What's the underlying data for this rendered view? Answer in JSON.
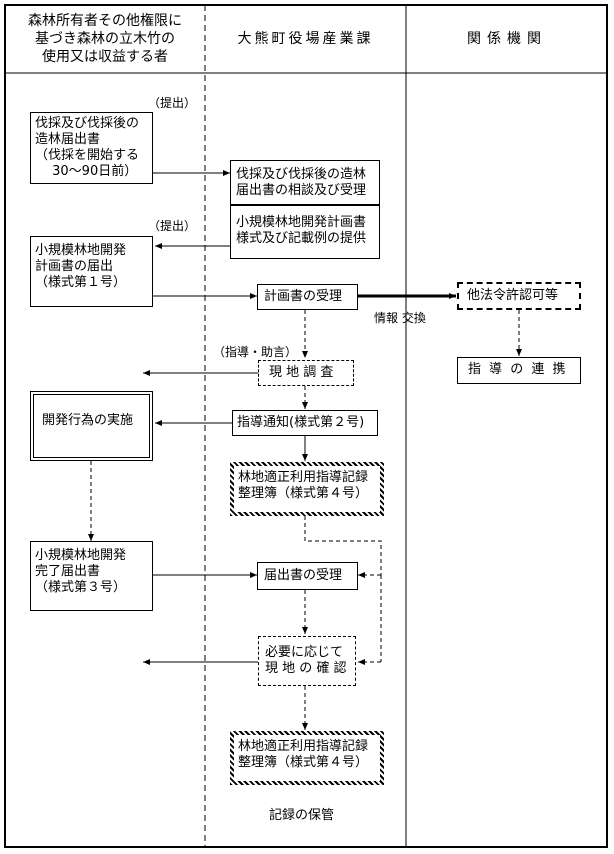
{
  "headers": {
    "col1": "森林所有者その他権限に\n基づき森林の立木竹の\n使用又は収益する者",
    "col2": "大熊町役場産業課",
    "col3": "関係機関"
  },
  "labels": {
    "teishutsu_1": "（提出）",
    "teishutsu_2": "（提出）",
    "johokokan": "情報 交換",
    "shido_jogen": "（指導・助言）",
    "kiroku": "記録の保管"
  },
  "owner": {
    "todoke_bassai": "伐採及び伐採後の\n造林届出書\n（伐採を開始する\n　 30～90日前）",
    "kaihatsu_keikaku": "小規模林地開発\n計画書の届出\n（様式第１号）",
    "jisshi": "開発行為の実施",
    "kanryo": "小規模林地開発\n完了届出書\n（様式第３号）"
  },
  "town": {
    "sodan": "伐採及び伐採後の造林\n届出書の相談及び受理",
    "teikyo": "小規模林地開発計画書\n様式及び記載例の提供",
    "keikaku_juri": "計画書の受理",
    "genchi_chosa": "現 地 調 査",
    "shido_tsuchi": "指導通知(様式第２号)",
    "daicho_1": "林地適正利用指導記録\n整理簿（様式第４号）",
    "todoke_juri": "届出書の受理",
    "hitsuyo": "必要に応じて\n現 地 の 確 認",
    "daicho_2": "林地適正利用指導記録\n整理簿（様式第４号）"
  },
  "agency": {
    "kyoka": "他法令許認可等",
    "renkei": "指 導 の 連 携"
  }
}
